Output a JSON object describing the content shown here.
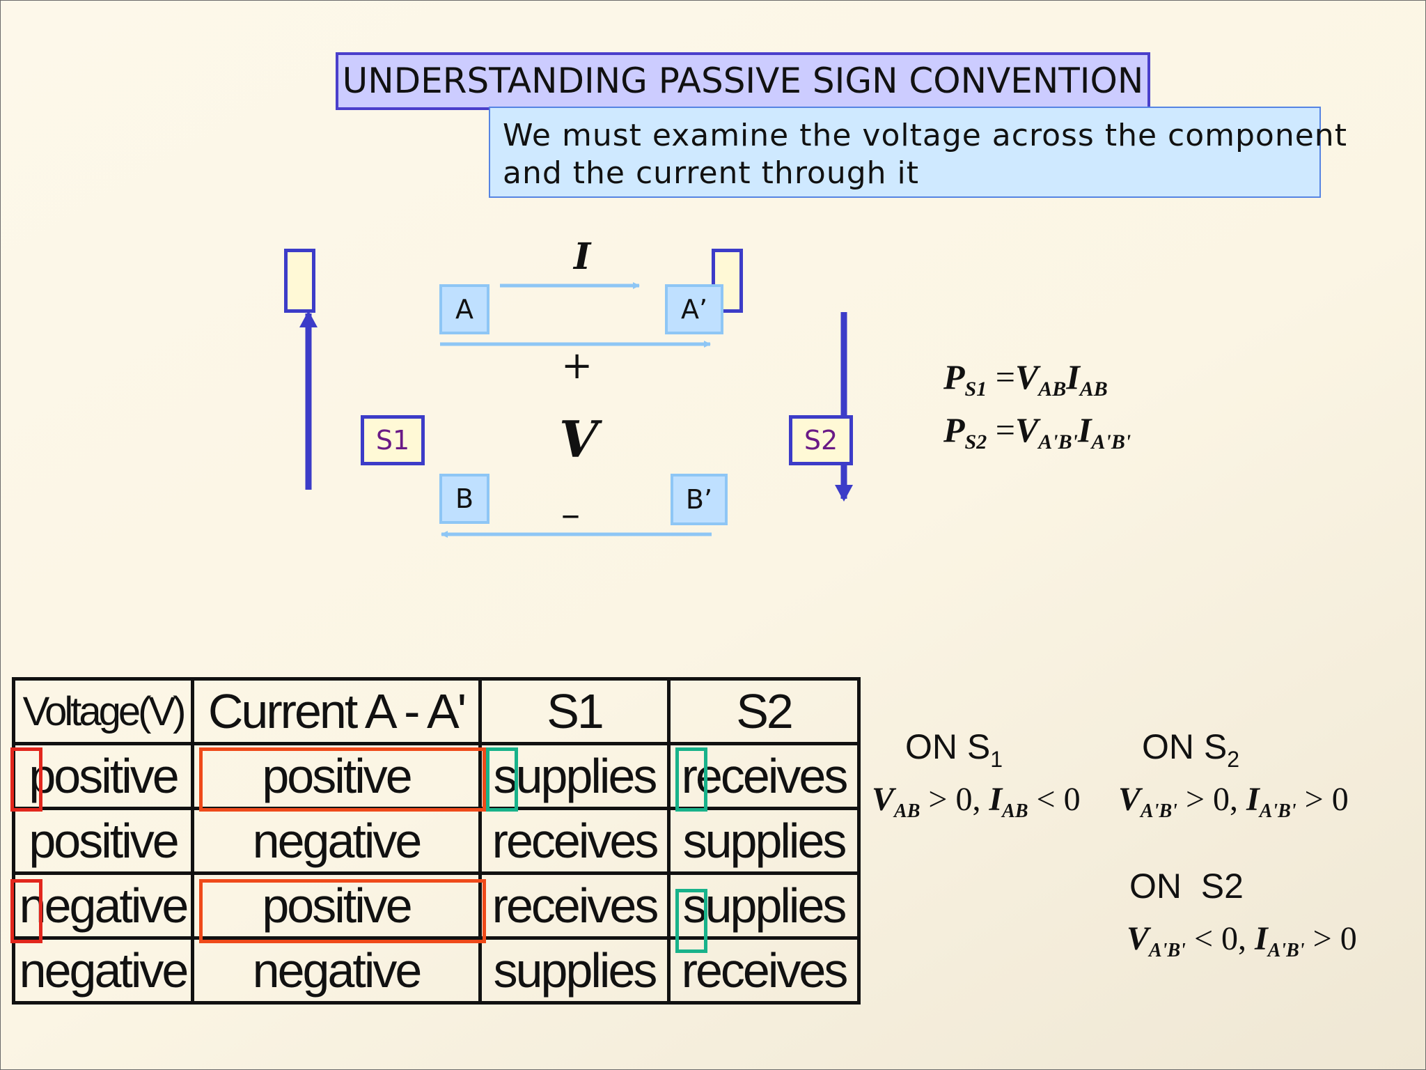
{
  "title": "UNDERSTANDING PASSIVE SIGN CONVENTION",
  "subtitle": {
    "line1": "We must examine the voltage across the component",
    "line2": "and the current through it"
  },
  "circuit": {
    "current_symbol": "I",
    "voltage_symbol": "V",
    "plus_sign": "+",
    "minus_sign": "–",
    "terminal_a": "A",
    "terminal_a_prime": "A’",
    "terminal_b": "B",
    "terminal_b_prime": "B’",
    "source_1": "S1",
    "source_2": "S2",
    "arrow_color": "#3c3cc8",
    "wire_color": "#8ec6f5"
  },
  "power_equations": {
    "eq1": {
      "lhs": "P",
      "lhs_sub": "S1",
      "eq": " =",
      "v": "V",
      "v_sub": "AB",
      "i": "I",
      "i_sub": "AB"
    },
    "eq2": {
      "lhs": "P",
      "lhs_sub": "S2",
      "eq": " =",
      "v": "V",
      "v_sub": "A'B'",
      "i": "I",
      "i_sub": "A'B'"
    }
  },
  "table": {
    "headers": [
      "Voltage(V)",
      "Current A - A'",
      "S1",
      "S2"
    ],
    "rows": [
      [
        "positive",
        "positive",
        "supplies",
        "receives"
      ],
      [
        "positive",
        "negative",
        "receives",
        "supplies"
      ],
      [
        "negative",
        "positive",
        "receives",
        "supplies"
      ],
      [
        "negative",
        "negative",
        "supplies",
        "receives"
      ]
    ]
  },
  "annotations": {
    "on_s1": {
      "label": "ON S",
      "sub": "1",
      "v": "V",
      "v_sub": "AB",
      "v_rel": " > 0, ",
      "i": "I",
      "i_sub": "AB",
      "i_rel": " < 0"
    },
    "on_s2": {
      "label": "ON S",
      "sub": "2",
      "v": "V",
      "v_sub": "A'B'",
      "v_rel": " > 0, ",
      "i": "I",
      "i_sub": "A'B'",
      "i_rel": " > 0"
    },
    "on_s2_neg": {
      "label": "ON  S2",
      "v": "V",
      "v_sub": "A'B'",
      "v_rel": " < 0, ",
      "i": "I",
      "i_sub": "A'B'",
      "i_rel": " > 0"
    }
  },
  "colors": {
    "title_bg": "#ccccff",
    "subtitle_bg": "#cfe9ff",
    "highlight_red": "#e2271d",
    "highlight_green": "#18b28a"
  }
}
